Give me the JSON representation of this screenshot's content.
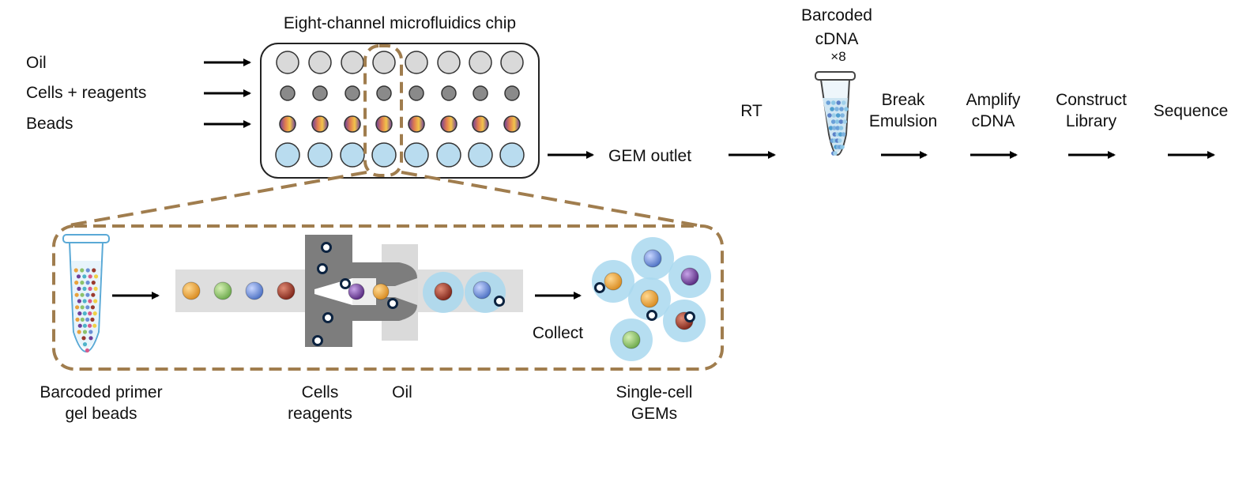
{
  "chip": {
    "title": "Eight-channel microfluidics chip",
    "inputs": [
      "Oil",
      "Cells + reagents",
      "Beads"
    ],
    "outlet_label": "GEM outlet"
  },
  "steps": {
    "rt": "RT",
    "tube_label_line1": "Barcoded",
    "tube_label_line2": "cDNA",
    "tube_count": "×8",
    "break_line1": "Break",
    "break_line2": "Emulsion",
    "amplify_line1": "Amplify",
    "amplify_line2": "cDNA",
    "construct_line1": "Construct",
    "construct_line2": "Library",
    "sequence": "Sequence"
  },
  "detail": {
    "gel_beads_line1": "Barcoded primer",
    "gel_beads_line2": "gel beads",
    "cells_line1": "Cells",
    "cells_line2": "reagents",
    "oil": "Oil",
    "collect": "Collect",
    "gems_line1": "Single-cell",
    "gems_line2": "GEMs"
  },
  "colors": {
    "oil_well": "#d9d9d9",
    "cell_well": "#8a8a8a",
    "outlet_well": "#b9dcef",
    "dash": "#a07d4e",
    "bead_orange": "#e9a23b",
    "bead_green": "#8cc26b",
    "bead_blue": "#6b8fd6",
    "bead_red": "#9b3a2e",
    "bead_purple": "#6e3f9a",
    "droplet": "#a9d8ef"
  }
}
